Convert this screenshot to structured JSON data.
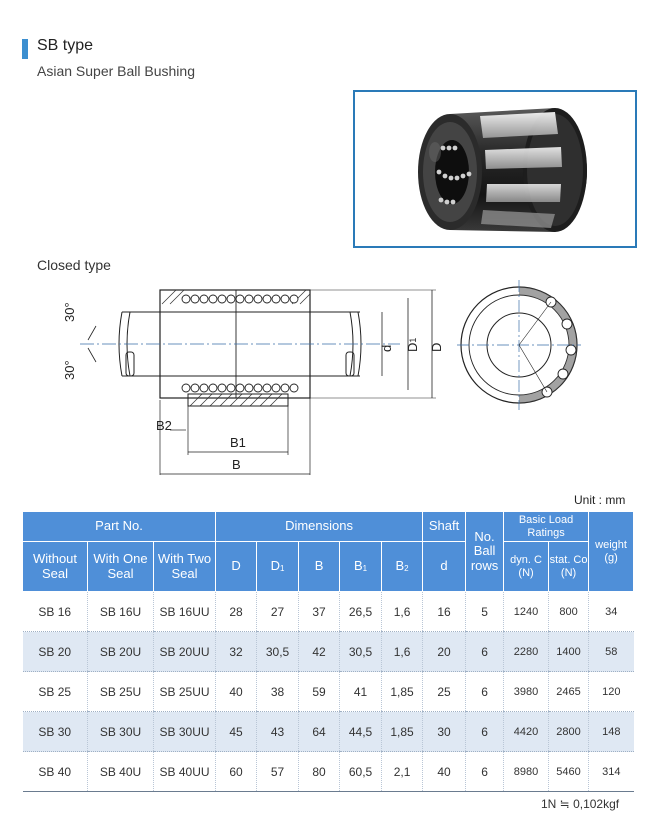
{
  "header": {
    "title": "SB type",
    "subtitle": "Asian Super Ball Bushing"
  },
  "section_label": "Closed type",
  "drawing": {
    "angle_top": "30°",
    "angle_bottom": "30°",
    "dim_d": "d",
    "dim_d1_main": "D",
    "dim_d1_sub": "1",
    "dim_D": "D",
    "dim_b2": "B2",
    "dim_b1": "B1",
    "dim_b": "B"
  },
  "unit_label": "Unit : mm",
  "table": {
    "headers": {
      "part_no": "Part No.",
      "dimensions": "Dimensions",
      "shaft": "Shaft",
      "no_ball_rows": "No. Ball rows",
      "basic_load": "Basic Load Ratings",
      "without_seal": "Without Seal",
      "with_one_seal": "With One Seal",
      "with_two_seal": "With Two Seal",
      "D": "D",
      "D1_main": "D",
      "D1_sub": "1",
      "B": "B",
      "B1_main": "B",
      "B1_sub": "1",
      "B2_main": "B",
      "B2_sub": "2",
      "shaft_d": "d",
      "dyn": "dyn. C (N)",
      "stat": "stat. Co (N)",
      "weight": "weight (g)"
    },
    "rows": [
      {
        "without": "SB 16",
        "one": "SB 16U",
        "two": "SB 16UU",
        "D": "28",
        "D1": "27",
        "B": "37",
        "B1": "26,5",
        "B2": "1,6",
        "shaft": "16",
        "rows": "5",
        "dyn": "1240",
        "stat": "800",
        "weight": "34"
      },
      {
        "without": "SB 20",
        "one": "SB 20U",
        "two": "SB 20UU",
        "D": "32",
        "D1": "30,5",
        "B": "42",
        "B1": "30,5",
        "B2": "1,6",
        "shaft": "20",
        "rows": "6",
        "dyn": "2280",
        "stat": "1400",
        "weight": "58"
      },
      {
        "without": "SB 25",
        "one": "SB 25U",
        "two": "SB 25UU",
        "D": "40",
        "D1": "38",
        "B": "59",
        "B1": "41",
        "B2": "1,85",
        "shaft": "25",
        "rows": "6",
        "dyn": "3980",
        "stat": "2465",
        "weight": "120"
      },
      {
        "without": "SB 30",
        "one": "SB 30U",
        "two": "SB 30UU",
        "D": "45",
        "D1": "43",
        "B": "64",
        "B1": "44,5",
        "B2": "1,85",
        "shaft": "30",
        "rows": "6",
        "dyn": "4420",
        "stat": "2800",
        "weight": "148"
      },
      {
        "without": "SB 40",
        "one": "SB 40U",
        "two": "SB 40UU",
        "D": "60",
        "D1": "57",
        "B": "80",
        "B1": "60,5",
        "B2": "2,1",
        "shaft": "40",
        "rows": "6",
        "dyn": "8980",
        "stat": "5460",
        "weight": "314"
      }
    ]
  },
  "conversion": "1N ≒ 0,102kgf"
}
